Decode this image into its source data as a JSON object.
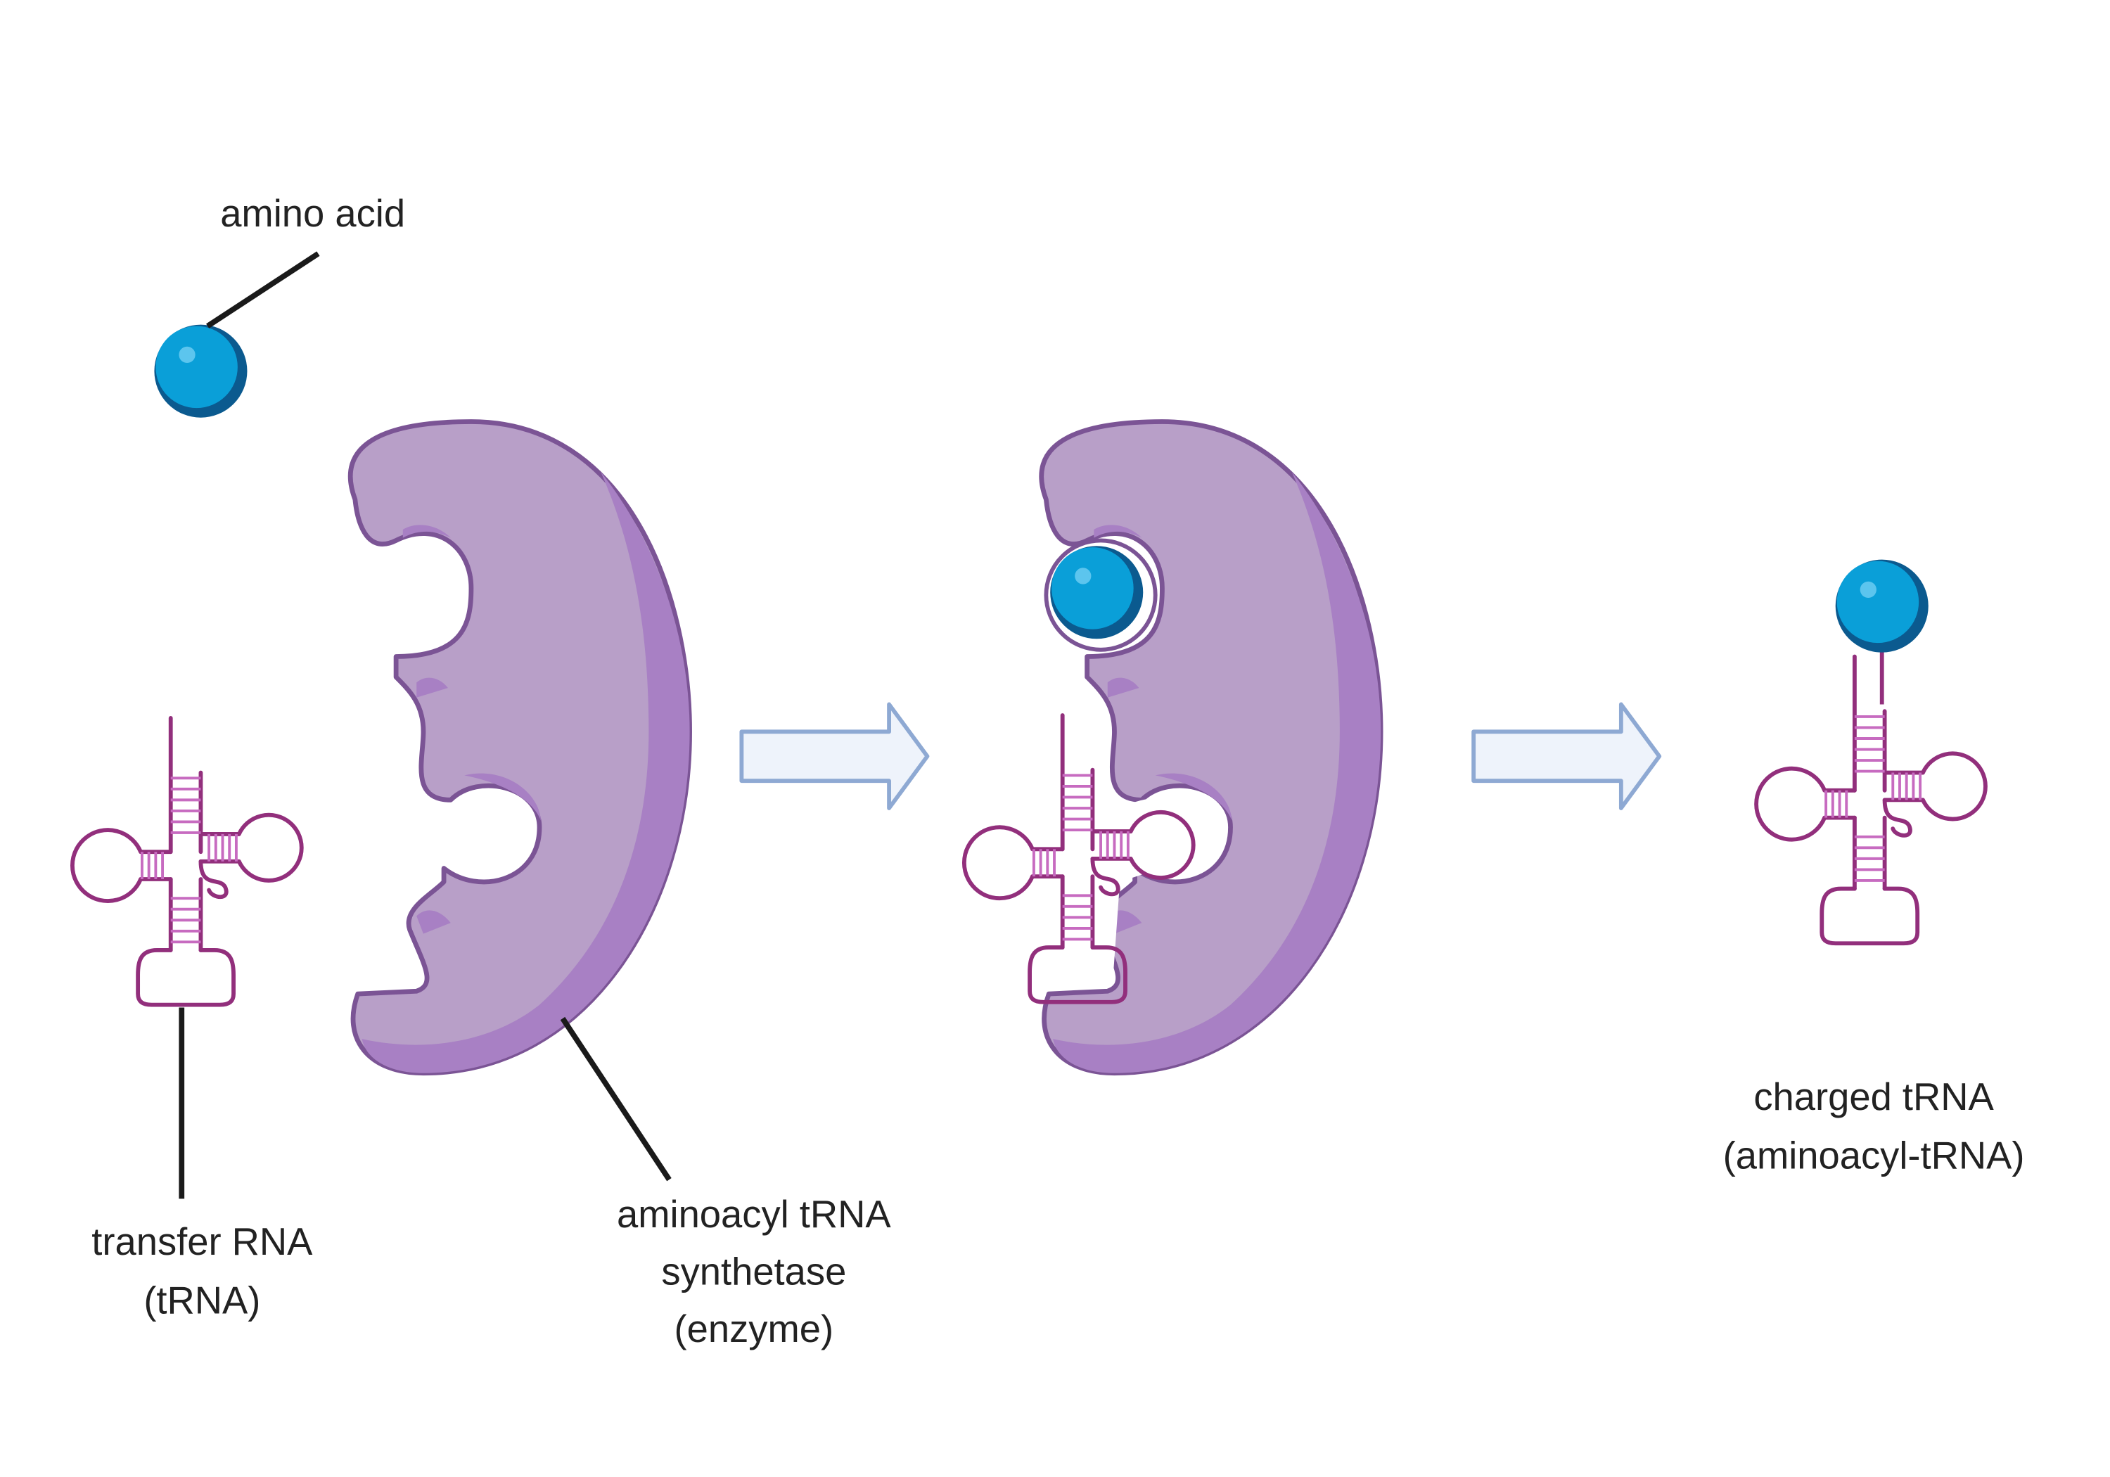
{
  "labels": {
    "amino_acid": "amino acid",
    "trna_line1": "transfer RNA",
    "trna_line2": "(tRNA)",
    "enzyme_line1": "aminoacyl tRNA",
    "enzyme_line2": "synthetase",
    "enzyme_line3": "(enzyme)",
    "charged_line1": "charged tRNA",
    "charged_line2": "(aminoacyl-tRNA)"
  },
  "colors": {
    "amino_acid_fill": "#0a9fd8",
    "amino_acid_stroke": "#0b5a8f",
    "enzyme_fill": "#b89fc8",
    "enzyme_shade": "#a880c4",
    "enzyme_stroke": "#7b5495",
    "trna_stroke": "#922f7c",
    "trna_rung": "#c76bc0",
    "arrow_fill": "#eef3fb",
    "arrow_stroke": "#8ea9d3"
  }
}
